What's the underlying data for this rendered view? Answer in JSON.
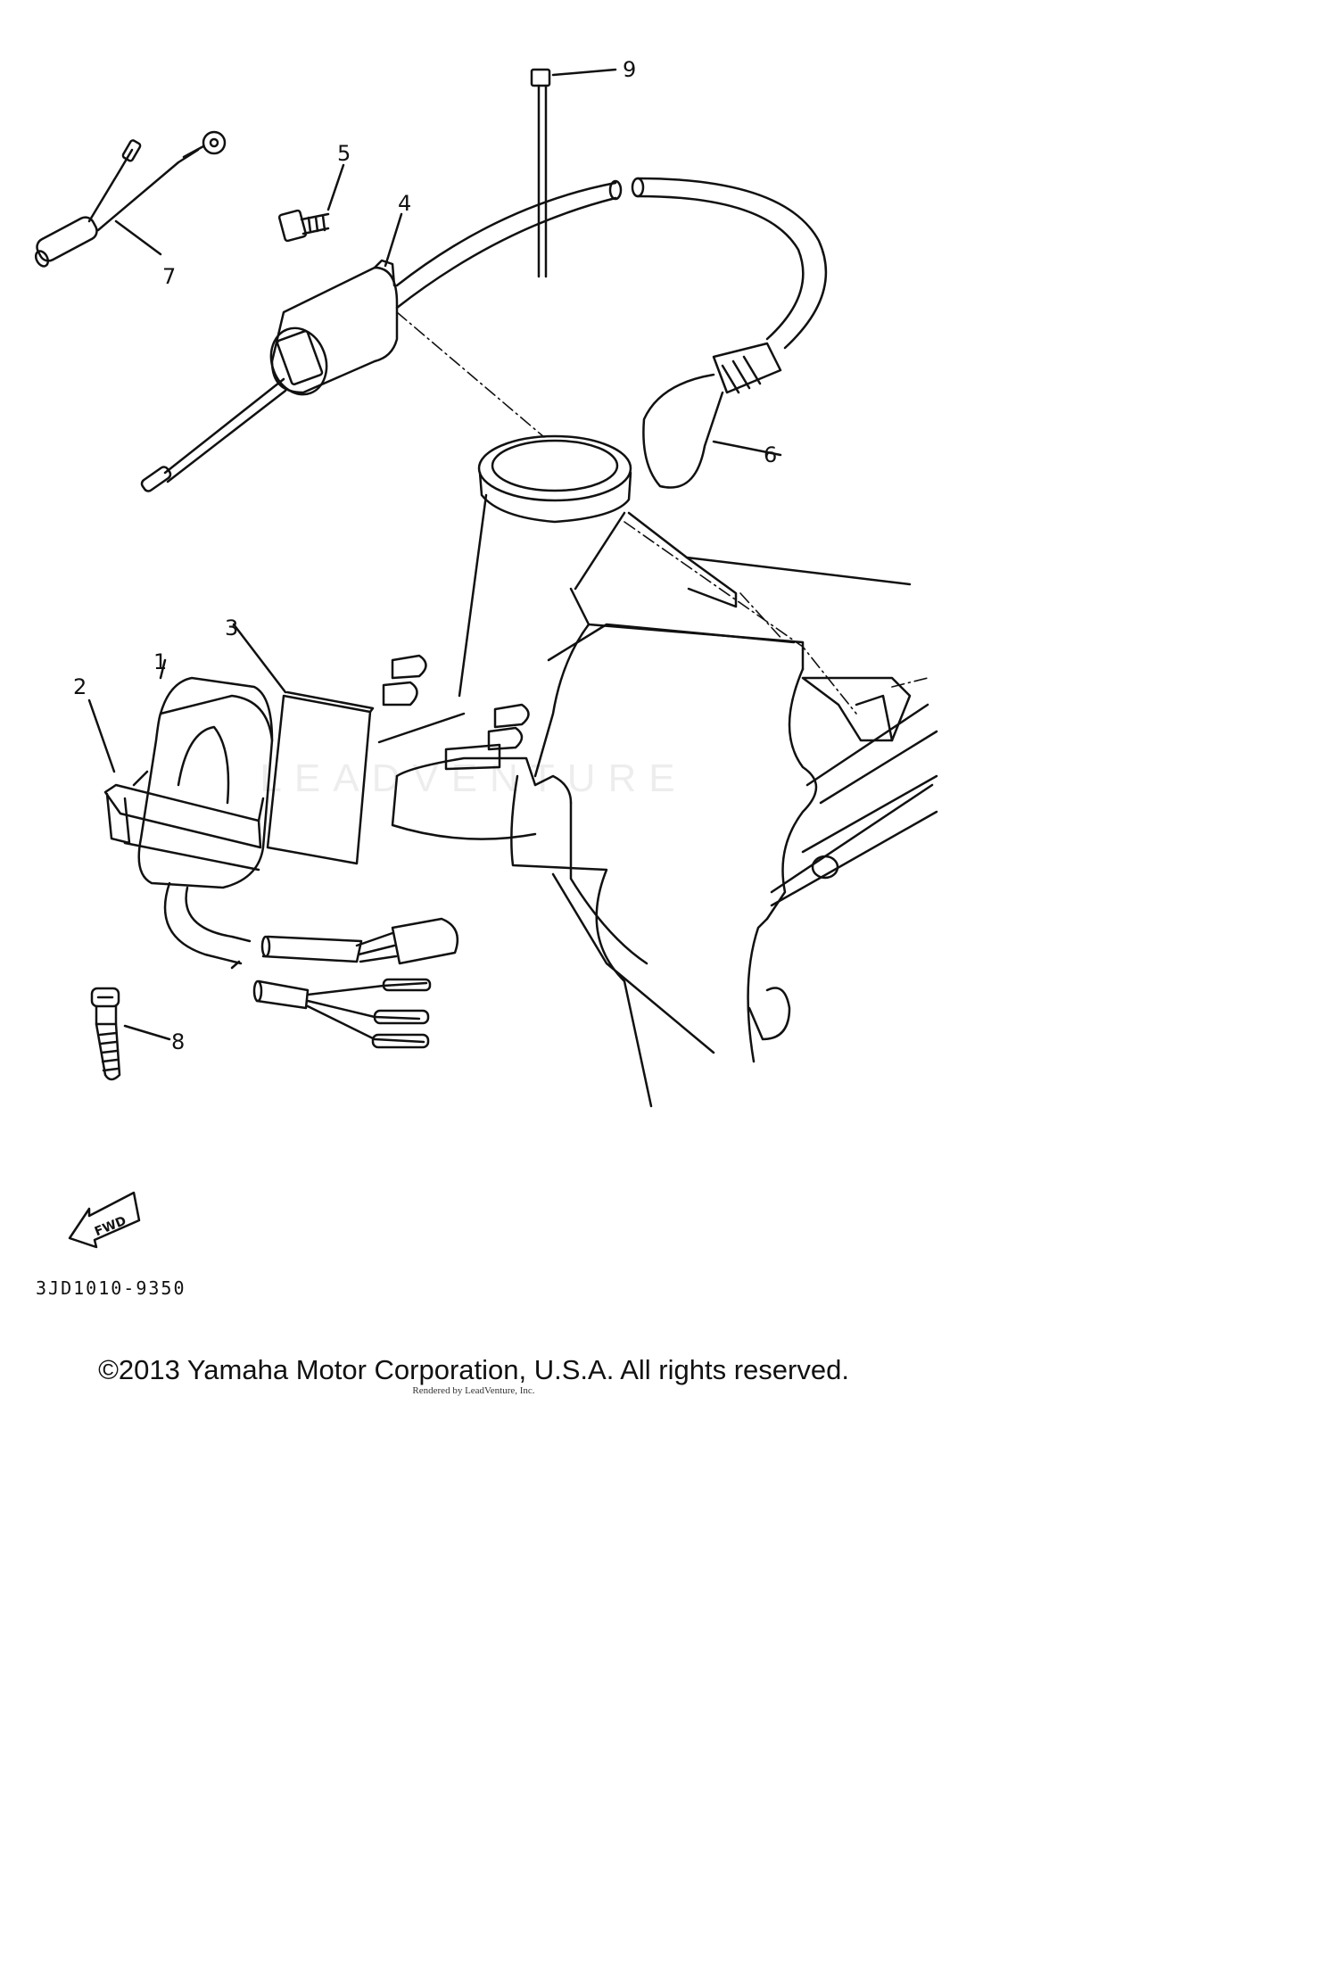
{
  "callouts": [
    {
      "id": 1,
      "label": "1"
    },
    {
      "id": 2,
      "label": "2"
    },
    {
      "id": 3,
      "label": "3"
    },
    {
      "id": 4,
      "label": "4"
    },
    {
      "id": 5,
      "label": "5"
    },
    {
      "id": 6,
      "label": "6"
    },
    {
      "id": 7,
      "label": "7"
    },
    {
      "id": 8,
      "label": "8"
    },
    {
      "id": 9,
      "label": "9"
    }
  ],
  "fwd_label": "FWD",
  "figure_code": "3JD1010-9350",
  "watermark": "LEADVENTURE",
  "copyright": "©2013 Yamaha Motor Corporation, U.S.A. All rights reserved.",
  "render_note": "Rendered by LeadVenture, Inc."
}
